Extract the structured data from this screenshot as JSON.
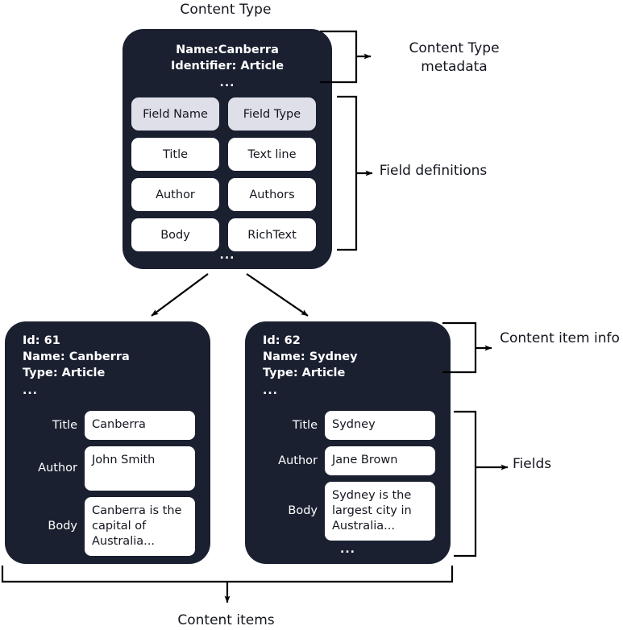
{
  "diagram": {
    "top_caption": "Content Type",
    "bottom_caption": "Content items",
    "ellipsis": "...",
    "colors": {
      "card_bg": "#1a2030",
      "header_pill_bg": "#dedfe9",
      "value_bg": "#ffffff",
      "text_dark": "#14161f",
      "text_light": "#ffffff",
      "stroke": "#000000"
    }
  },
  "content_type": {
    "metadata": [
      "Name:Canberra",
      "Identifier: Article"
    ],
    "field_table": {
      "headers": [
        "Field Name",
        "Field Type"
      ],
      "rows": [
        [
          "Title",
          "Text line"
        ],
        [
          "Author",
          "Authors"
        ],
        [
          "Body",
          "RichText"
        ]
      ]
    }
  },
  "content_items": [
    {
      "info": [
        "Id: 61",
        "Name: Canberra",
        "Type: Article"
      ],
      "fields": [
        {
          "label": "Title",
          "value": "Canberra"
        },
        {
          "label": "Author",
          "value": "John Smith"
        },
        {
          "label": "Body",
          "value": "Canberra is the capital of Australia..."
        }
      ]
    },
    {
      "info": [
        "Id: 62",
        "Name: Sydney",
        "Type: Article"
      ],
      "fields": [
        {
          "label": "Title",
          "value": "Sydney"
        },
        {
          "label": "Author",
          "value": "Jane Brown"
        },
        {
          "label": "Body",
          "value": "Sydney is the largest city in Australia..."
        }
      ]
    }
  ],
  "annotations": {
    "content_type_metadata": "Content Type metadata",
    "field_definitions": "Field definitions",
    "content_item_info": "Content item info",
    "fields": "Fields"
  }
}
